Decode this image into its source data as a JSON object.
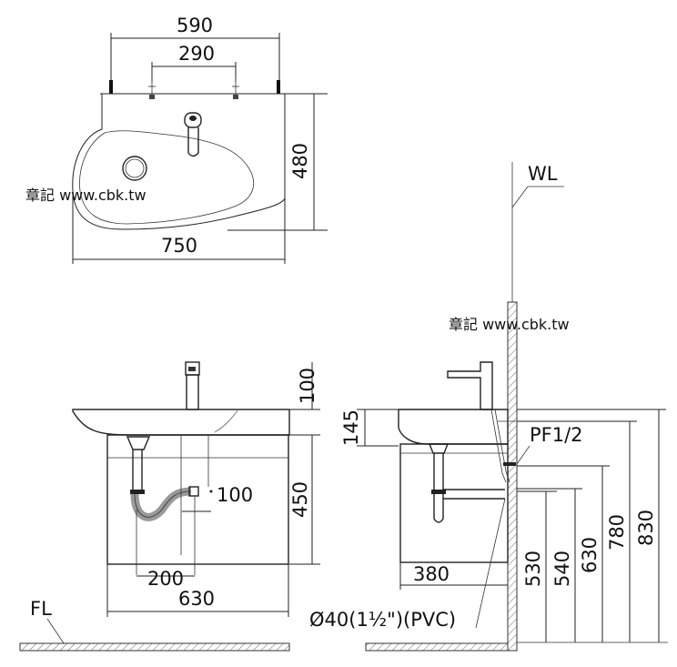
{
  "watermark": "章記 www.cbk.tw",
  "top_view": {
    "dims": {
      "total_width": "590",
      "tap_spacing": "290",
      "depth": "480",
      "basin_width": "750"
    }
  },
  "front_view": {
    "dims": {
      "tap_height": "100",
      "basin_height": "450",
      "drain_offset": "100",
      "trap_offset": "200",
      "cabinet_width": "630"
    },
    "floor_label": "FL"
  },
  "side_view": {
    "wall_label": "WL",
    "dims": {
      "rim_thickness": "145",
      "supply_height": "780",
      "total_height": "830",
      "outlet_depth": "380",
      "h530": "530",
      "h540": "540",
      "h630": "630"
    },
    "supply_label": "PF1/2",
    "drain_label": "Ø40(1½\")(PVC)"
  }
}
